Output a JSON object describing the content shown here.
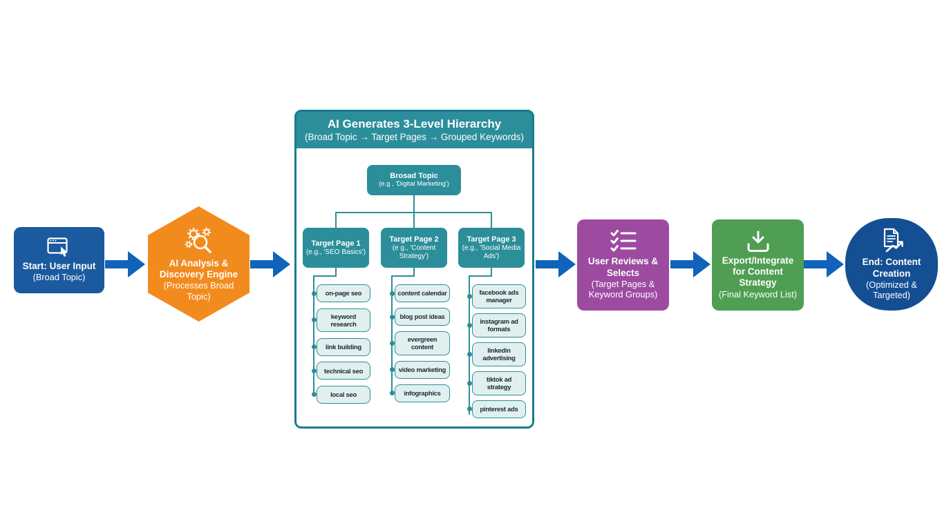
{
  "flow": {
    "start": {
      "title": "Start: User Input",
      "subtitle": "(Broad Topic)"
    },
    "engine": {
      "title": "AI Analysis & Discovery Engine",
      "subtitle": "(Processes Broad Topic)"
    },
    "hierarchy": {
      "title": "AI Generates 3-Level Hierarchy",
      "subtitle": "(Broad Topic → Target Pages → Grouped Keywords)",
      "root": {
        "title": "Brosad Topic",
        "subtitle": "(e.g , 'Digital Marketing')"
      },
      "columns": [
        {
          "title": "Target Page 1",
          "subtitle": "(e.g., 'SEO Basics')",
          "keywords": [
            "on-page seo",
            "keyword\nresearch",
            "link building",
            "technical seo",
            "local seo"
          ]
        },
        {
          "title": "Target Page 2",
          "subtitle": "(e g., 'Content Strategy')",
          "keywords": [
            "content calendar",
            "blog post ideas",
            "evergreen\ncontent",
            "video marketing",
            "infographics"
          ]
        },
        {
          "title": "Target Page 3",
          "subtitle": "(e.g., 'Social Media Ads')",
          "keywords": [
            "facebook ads\nmanager",
            "instagram ad\nformats",
            "linkedin\nadvertising",
            "tiktok ad\nstrategy",
            "pinterest ads"
          ]
        }
      ]
    },
    "review": {
      "title": "User Reviews & Selects",
      "subtitle": "(Target Pages & Keyword Groups)"
    },
    "export": {
      "title": "Export/Integrate for Content Strategy",
      "subtitle": "(Final Keyword List)"
    },
    "end": {
      "title": "End: Content Creation",
      "subtitle": "(Optimized & Targeted)"
    }
  },
  "icons": {
    "start": "browser-window-cursor-icon",
    "engine": "gears-magnifier-icon",
    "review": "checklist-icon",
    "export": "download-tray-icon",
    "end": "document-trend-icon",
    "connector": "flow-arrow-icon"
  },
  "colors": {
    "background": "#ffffff",
    "start_blue": "#1b5a9e",
    "arrow_blue": "#1063b9",
    "engine_orange": "#f28b1e",
    "teal": "#2b8e9a",
    "panel_border_teal": "#1a7b8b",
    "keyword_fill": "#e1f0ee",
    "keyword_text": "#152730",
    "review_purple": "#9c4ba0",
    "export_green": "#4f9e53",
    "end_blue": "#144f93"
  }
}
